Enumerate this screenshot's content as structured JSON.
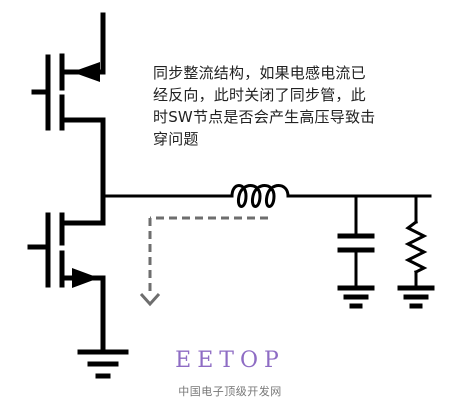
{
  "question": {
    "lines": [
      "同步整流结构，如果电感电流已",
      "经反向，此时关闭了同步管，此",
      "时SW节点是否会产生高压导致击",
      "穿问题"
    ]
  },
  "watermark": {
    "brand": "EETOP",
    "subtitle": "中国电子顶级开发网"
  },
  "colors": {
    "wire": "#000000",
    "dashed_current": "#6e6e6e",
    "brand": "#8e6cc4"
  },
  "icons": [
    "high-side-mosfet-icon",
    "low-side-mosfet-icon",
    "inductor-icon",
    "capacitor-icon",
    "resistor-icon",
    "ground-icon",
    "current-arrow-icon"
  ]
}
